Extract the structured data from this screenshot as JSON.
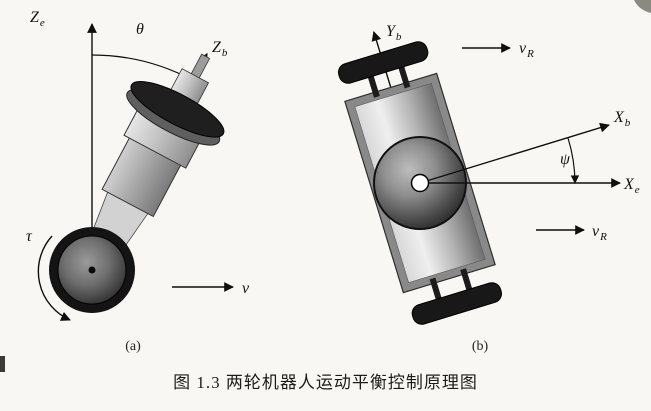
{
  "figure": {
    "caption": "图 1.3  两轮机器人运动平衡控制原理图",
    "colors": {
      "ink": "#111111",
      "paper": "#f8f7f3",
      "dark_part": "#1a1a1a",
      "body_grey": "#b5b5b5"
    },
    "fig_a": {
      "tag": "(a)",
      "axis_ze": {
        "main": "Z",
        "sub": "e"
      },
      "angle_theta": "θ",
      "axis_zb": {
        "main": "Z",
        "sub": "b"
      },
      "torque_tau": "τ",
      "velocity_v": "v"
    },
    "fig_b": {
      "tag": "(b)",
      "axis_yb": {
        "main": "Y",
        "sub": "b"
      },
      "vel_right_top": {
        "main": "v",
        "sub": "R"
      },
      "axis_xb": {
        "main": "X",
        "sub": "b"
      },
      "angle_psi": "ψ",
      "axis_xe": {
        "main": "X",
        "sub": "e"
      },
      "vel_right_bottom": {
        "main": "v",
        "sub": "R"
      }
    }
  }
}
